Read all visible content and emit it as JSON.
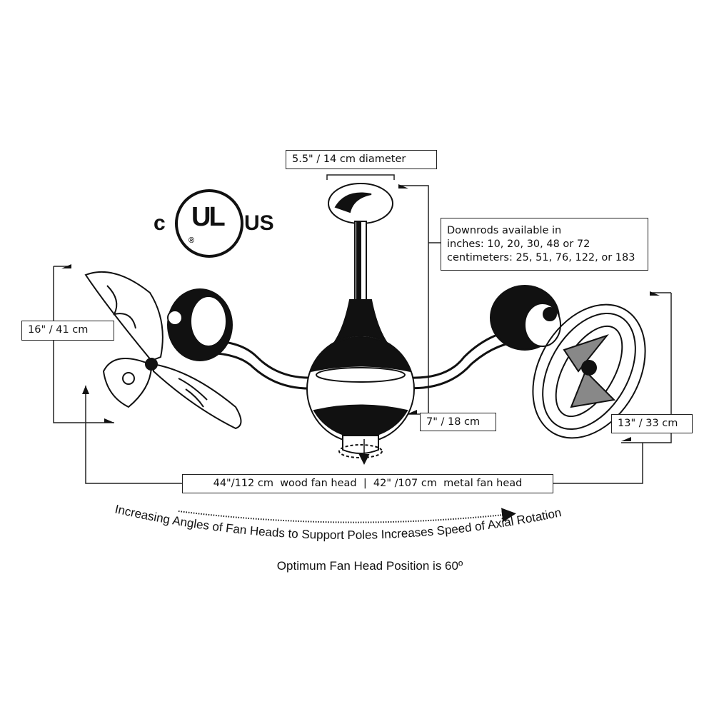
{
  "certification": {
    "prefix": "c",
    "mark": "UL",
    "registered": "®",
    "suffix": "US"
  },
  "dimensions": {
    "canopy": "5.5\" / 14 cm diameter",
    "downrods": {
      "line1": "Downrods available in",
      "line2": "inches: 10, 20, 30, 48 or 72",
      "line3": "centimeters: 25, 51, 76, 122, or 183"
    },
    "wood_head_height": "16\" / 41 cm",
    "body_height": "7\" / 18 cm",
    "metal_head_height": "13\" / 33 cm",
    "span": "44\"/112 cm  wood fan head  |  42\" /107 cm  metal fan head"
  },
  "notes": {
    "rotation": "Increasing Angles of Fan Heads to Support Poles Increases Speed of Axial Rotation",
    "optimum": "Optimum Fan Head Position is 60º"
  }
}
